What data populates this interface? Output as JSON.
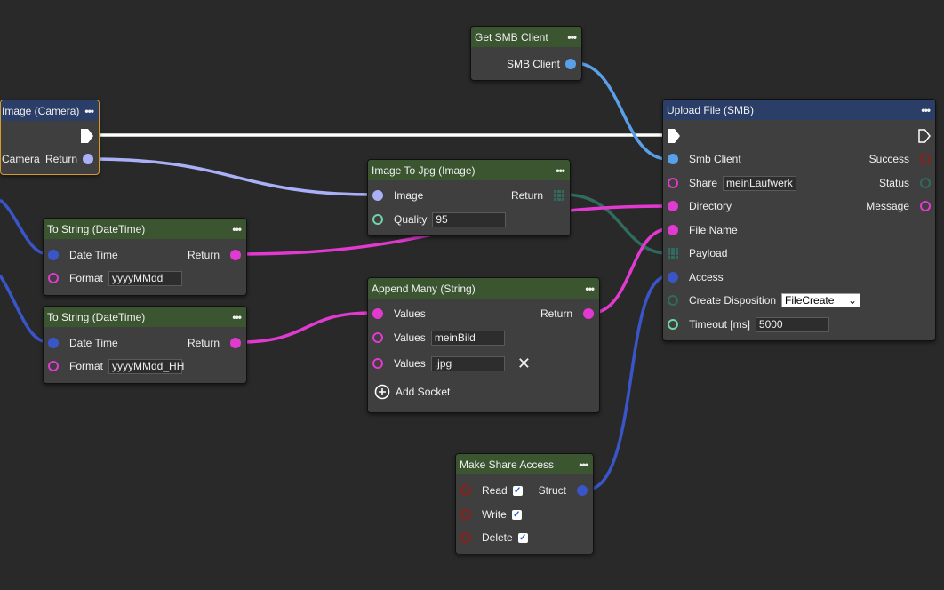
{
  "colors": {
    "string": "#e23ad0",
    "image": "#aab0f7",
    "smb": "#5aa0e8",
    "struct": "#3a55c8",
    "binary": "#2f6b5e",
    "bool": "#8b1f1a",
    "number": "#6fd3a8",
    "exec": "#ffffff"
  },
  "camera": {
    "title": "Image (Camera)",
    "in_label": "Camera",
    "out_label": "Return"
  },
  "smb_client": {
    "title": "Get SMB Client",
    "out_label": "SMB Client"
  },
  "upload": {
    "title": "Upload File (SMB)",
    "inputs": {
      "smb": "Smb Client",
      "share": "Share",
      "share_value": "meinLaufwerk",
      "dir": "Directory",
      "file": "File Name",
      "payload": "Payload",
      "access": "Access",
      "disp": "Create Disposition",
      "disp_value": "FileCreate",
      "timeout": "Timeout [ms]",
      "timeout_value": "5000"
    },
    "outputs": {
      "success": "Success",
      "status": "Status",
      "message": "Message"
    }
  },
  "jpg": {
    "title": "Image To Jpg (Image)",
    "image": "Image",
    "quality": "Quality",
    "quality_value": "95",
    "out": "Return"
  },
  "ts1": {
    "title": "To String (DateTime)",
    "dt": "Date Time",
    "format": "Format",
    "format_value": "yyyyMMdd",
    "out": "Return"
  },
  "ts2": {
    "title": "To String (DateTime)",
    "dt": "Date Time",
    "format": "Format",
    "format_value": "yyyyMMdd_HH",
    "out": "Return"
  },
  "append": {
    "title": "Append Many (String)",
    "values": "Values",
    "v2": "meinBild",
    "v3": ".jpg",
    "out": "Return",
    "add": "Add Socket"
  },
  "access": {
    "title": "Make Share Access",
    "read": "Read",
    "write": "Write",
    "delete": "Delete",
    "out": "Struct",
    "read_checked": true,
    "write_checked": true,
    "delete_checked": true
  },
  "menu": "•••"
}
